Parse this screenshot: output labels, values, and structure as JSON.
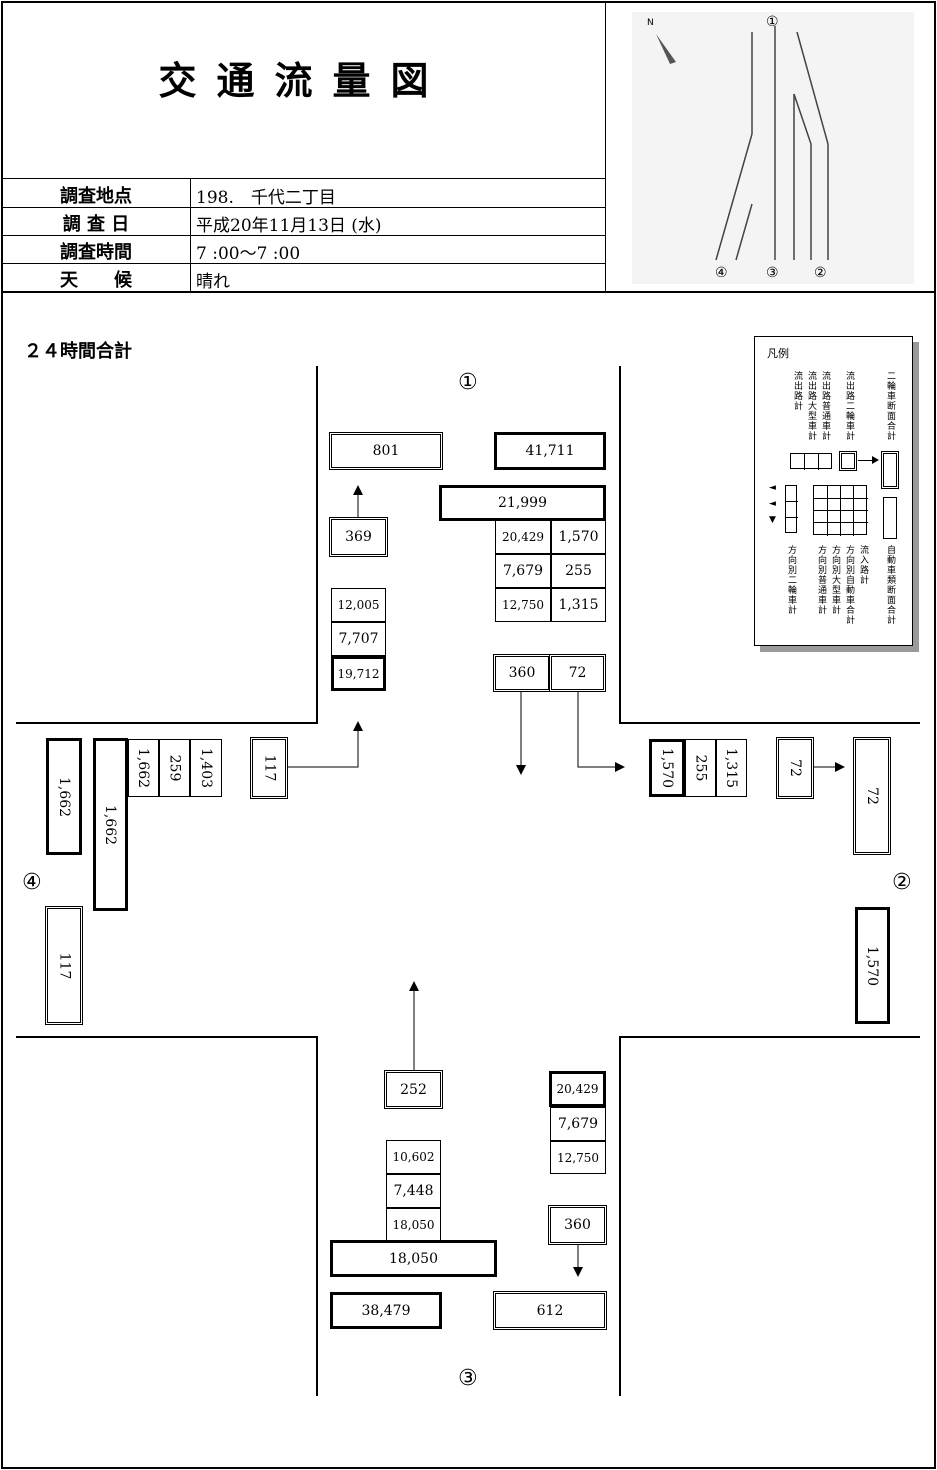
{
  "header": {
    "title": "交通流量図",
    "labels": {
      "location": "調査地点",
      "date": "調 査 日",
      "time": "調査時間",
      "weather": "天　　候"
    },
    "values": {
      "location": "198.　千代二丁目",
      "date": "平成20年11月13日 (水)",
      "time": " 7 :00～7 :00",
      "weather": "晴れ"
    }
  },
  "map": {
    "north": "N",
    "roads": {
      "r1": "①",
      "r2": "②",
      "r3": "③",
      "r4": "④"
    }
  },
  "section_title": "２４時間合計",
  "approach_labels": {
    "north": "①",
    "east": "②",
    "south": "③",
    "west": "④"
  },
  "north": {
    "outflow_2wheel": "801",
    "total_section": "41,711",
    "inflow_total": "21,999",
    "outflow_2wheel_small": "369",
    "outflow_stack": [
      "12,005",
      "7,707",
      "19,712"
    ],
    "grid": [
      [
        "20,429",
        "1,570"
      ],
      [
        "7,679",
        "255"
      ],
      [
        "12,750",
        "1,315"
      ]
    ],
    "turn_2wheel": [
      "360",
      "72"
    ]
  },
  "east": {
    "inflow_stack": [
      "1,570",
      "255",
      "1,315"
    ],
    "turn_2wheel": "72",
    "outflow_2wheel": "72",
    "section_total": "1,570"
  },
  "west": {
    "outflow_2wheel": "1,662",
    "inflow_total": "1,662",
    "stack": [
      "1,662",
      "259",
      "1,403"
    ],
    "turn_2wheel": "117",
    "section_2wheel": "117"
  },
  "south": {
    "turn_2wheel": "252",
    "stack_left": [
      "10,602",
      "7,448",
      "18,050"
    ],
    "inflow_total": "18,050",
    "stack_right": [
      "20,429",
      "7,679",
      "12,750"
    ],
    "turn_2wheel_right": "360",
    "section_total": "38,479",
    "outflow_2wheel": "612"
  },
  "legend": {
    "title": "凡例",
    "top_labels": [
      "流出路計",
      "流出路大型車計",
      "流出路普通車計",
      "流出路二輪車計",
      "二輪車断面合計"
    ],
    "bottom_labels": [
      "方向別二輪車計",
      "方向別普通車計",
      "方向別大型車計",
      "方向別自動車合計",
      "流入路計",
      "自動車類断面合計"
    ]
  }
}
